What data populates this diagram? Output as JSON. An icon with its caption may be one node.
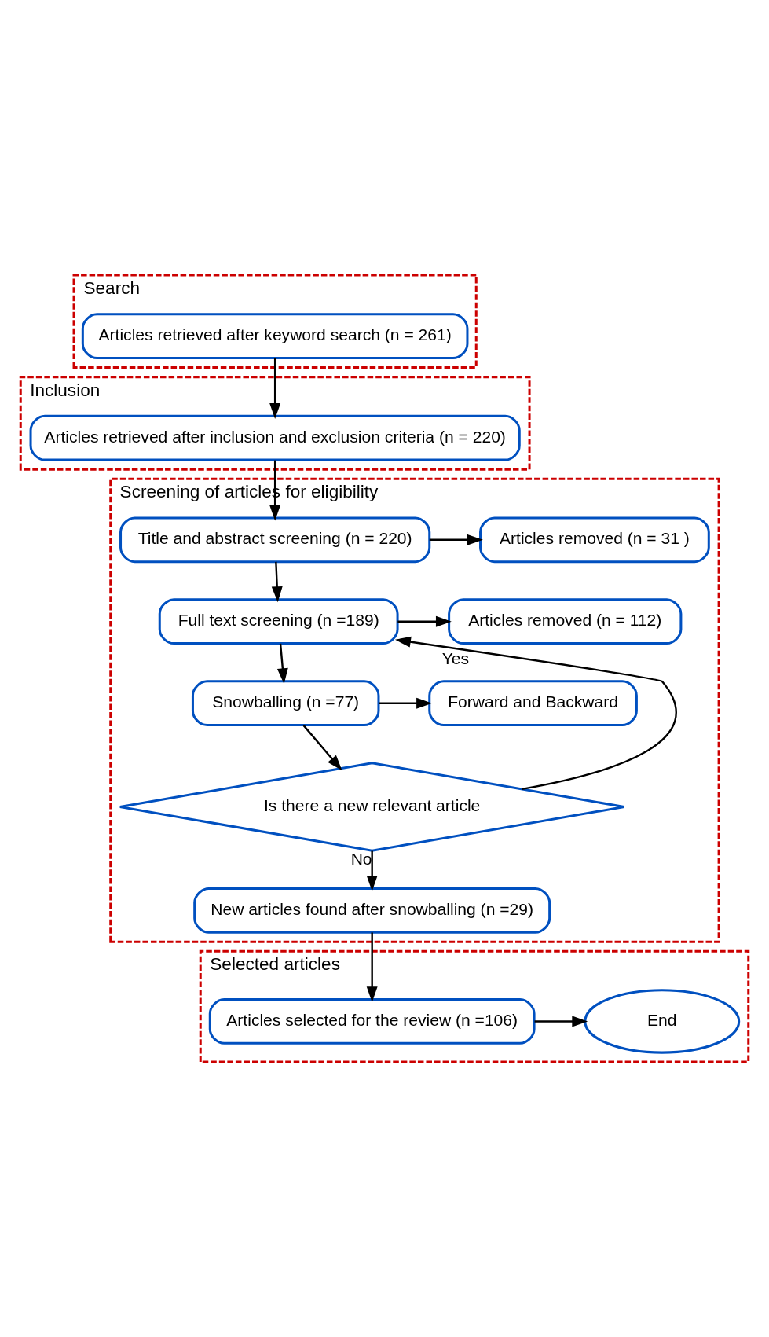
{
  "diagram": {
    "nodes": [
      {
        "text": [
          "Search"
        ]
      },
      {
        "text": [
          "Articles retrieved after keyword search (n = 261)"
        ],
        "in": 0
      },
      {
        "text": [
          "Inclusion"
        ]
      },
      {
        "text": [
          "Articles retrieved after inclusion and exclusion criteria (n = 220)"
        ],
        "in": 2
      },
      {
        "text": [
          "Screening of articles for eligibility"
        ]
      },
      {
        "text": [
          "Title and abstract screening (n = 220)"
        ],
        "in": 4
      },
      {
        "text": [
          "Articles removed (n = 31 )"
        ],
        "in": 4
      },
      {
        "text": [
          "Full text screening (n =189)"
        ],
        "in": 4
      },
      {
        "text": [
          "Articles removed (n = 112)"
        ],
        "in": 4
      },
      {
        "text": [
          "Snowballing (n =77)"
        ],
        "in": 4
      },
      {
        "text": [
          "Forward and Backward"
        ],
        "in": 4
      },
      {
        "text": [
          "Is there a new relevant article"
        ],
        "in": 4
      },
      {
        "text": [
          "New articles found after snowballing (n =29)"
        ],
        "in": 4
      },
      {
        "text": [
          "Selected articles"
        ]
      },
      {
        "text": [
          "Articles selected for the review (n =106)"
        ],
        "in": 13
      },
      {
        "text": [
          "End"
        ],
        "in": 13
      }
    ],
    "edges": [
      {
        "from": 1,
        "to": 3,
        "arrow": "to"
      },
      {
        "from": 3,
        "to": 5,
        "arrow": "to"
      },
      {
        "from": 5,
        "to": 6,
        "arrow": "to"
      },
      {
        "from": 5,
        "to": 7,
        "arrow": "to"
      },
      {
        "from": 7,
        "to": 8,
        "arrow": "to"
      },
      {
        "from": 7,
        "to": 9,
        "arrow": "to"
      },
      {
        "from": 9,
        "to": 10,
        "arrow": "to"
      },
      {
        "from": 9,
        "to": 11,
        "arrow": "to"
      },
      {
        "from": 11,
        "to": 7,
        "arrow": "to",
        "label": "Yes"
      },
      {
        "from": 11,
        "to": 12,
        "arrow": "to",
        "label": "No"
      },
      {
        "from": 12,
        "to": 14,
        "arrow": "to"
      },
      {
        "from": 14,
        "to": 15,
        "arrow": "to"
      }
    ]
  }
}
